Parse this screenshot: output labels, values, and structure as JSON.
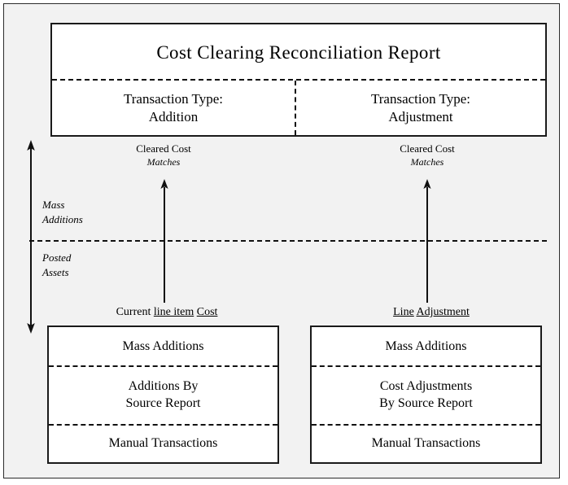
{
  "diagram": {
    "header": {
      "title": "Cost Clearing Reconciliation Report",
      "columns": [
        {
          "label_line1": "Transaction Type:",
          "label_line2": "Addition"
        },
        {
          "label_line1": "Transaction Type:",
          "label_line2": "Adjustment"
        }
      ]
    },
    "cleared_captions": [
      {
        "line1": "Cleared Cost",
        "line2": "Matches"
      },
      {
        "line1": "Cleared Cost",
        "line2": "Matches"
      }
    ],
    "phase_arrow": {
      "upper_label_line1": "Mass",
      "upper_label_line2": "Additions",
      "lower_label_line1": "Posted",
      "lower_label_line2": "Assets"
    },
    "bottom_captions": [
      {
        "prefix": "Current ",
        "underline_1": "line item",
        "middle": " ",
        "underline_2": "Cost"
      },
      {
        "prefix": "",
        "underline_1": "Line",
        "middle": " ",
        "underline_2": "Adjustment"
      }
    ],
    "bottom_boxes": [
      {
        "segments": [
          {
            "line1": "Mass Additions",
            "line2": ""
          },
          {
            "line1": "Additions By",
            "line2": "Source Report"
          },
          {
            "line1": "Manual Transactions",
            "line2": ""
          }
        ]
      },
      {
        "segments": [
          {
            "line1": "Mass Additions",
            "line2": ""
          },
          {
            "line1": "Cost Adjustments",
            "line2": "By Source Report"
          },
          {
            "line1": "Manual Transactions",
            "line2": ""
          }
        ]
      }
    ],
    "colors": {
      "background": "#f2f2f2",
      "box_fill": "#ffffff",
      "line": "#111111",
      "text": "#000000"
    }
  }
}
